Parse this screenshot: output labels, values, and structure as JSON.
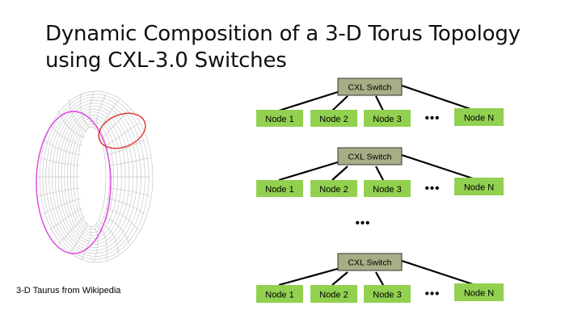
{
  "title": {
    "line1": "Dynamic Composition of a 3-D Torus Topology",
    "line2": "using CXL-3.0 Switches"
  },
  "caption": "3-D Taurus from Wikipedia",
  "colors": {
    "node_fill": "#92d050",
    "switch_fill": "#a9ad86",
    "torus_lines": "#c8c8c8",
    "ring_magenta": "#e040e0",
    "ring_red": "#e03030"
  },
  "icons": [
    "torus-wireframe-icon"
  ],
  "groups": [
    {
      "switch_label": "CXL Switch",
      "nodes": [
        "Node 1",
        "Node 2",
        "Node 3",
        "Node N"
      ],
      "ellipsis": "•••"
    },
    {
      "switch_label": "CXL Switch",
      "nodes": [
        "Node 1",
        "Node 2",
        "Node 3",
        "Node N"
      ],
      "ellipsis": "•••"
    },
    {
      "switch_label": "CXL Switch",
      "nodes": [
        "Node 1",
        "Node 2",
        "Node 3",
        "Node N"
      ],
      "ellipsis": "•••"
    }
  ],
  "between_groups_ellipsis": "•••"
}
